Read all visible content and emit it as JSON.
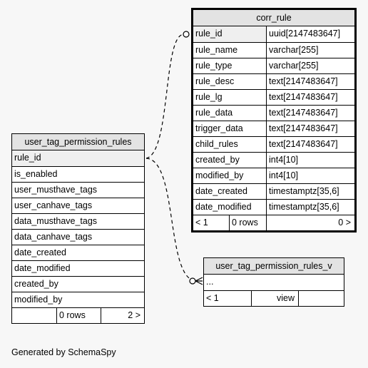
{
  "corr_rule": {
    "title": "corr_rule",
    "columns": [
      {
        "name": "rule_id",
        "type": "uuid[2147483647]"
      },
      {
        "name": "rule_name",
        "type": "varchar[255]"
      },
      {
        "name": "rule_type",
        "type": "varchar[255]"
      },
      {
        "name": "rule_desc",
        "type": "text[2147483647]"
      },
      {
        "name": "rule_lg",
        "type": "text[2147483647]"
      },
      {
        "name": "rule_data",
        "type": "text[2147483647]"
      },
      {
        "name": "trigger_data",
        "type": "text[2147483647]"
      },
      {
        "name": "child_rules",
        "type": "text[2147483647]"
      },
      {
        "name": "created_by",
        "type": "int4[10]"
      },
      {
        "name": "modified_by",
        "type": "int4[10]"
      },
      {
        "name": "date_created",
        "type": "timestamptz[35,6]"
      },
      {
        "name": "date_modified",
        "type": "timestamptz[35,6]"
      }
    ],
    "footer": {
      "parents": "< 1",
      "rows": "0 rows",
      "children": "0 >"
    }
  },
  "user_tag_permission_rules": {
    "title": "user_tag_permission_rules",
    "columns": [
      "rule_id",
      "is_enabled",
      "user_musthave_tags",
      "user_canhave_tags",
      "data_musthave_tags",
      "data_canhave_tags",
      "date_created",
      "date_modified",
      "created_by",
      "modified_by"
    ],
    "footer": {
      "parents": "",
      "rows": "0 rows",
      "children": "2 >"
    }
  },
  "user_tag_permission_rules_v": {
    "title": "user_tag_permission_rules_v",
    "columns": [
      "..."
    ],
    "footer": {
      "parents": "< 1",
      "rows": "view",
      "children": ""
    }
  },
  "generated_by": "Generated by SchemaSpy"
}
